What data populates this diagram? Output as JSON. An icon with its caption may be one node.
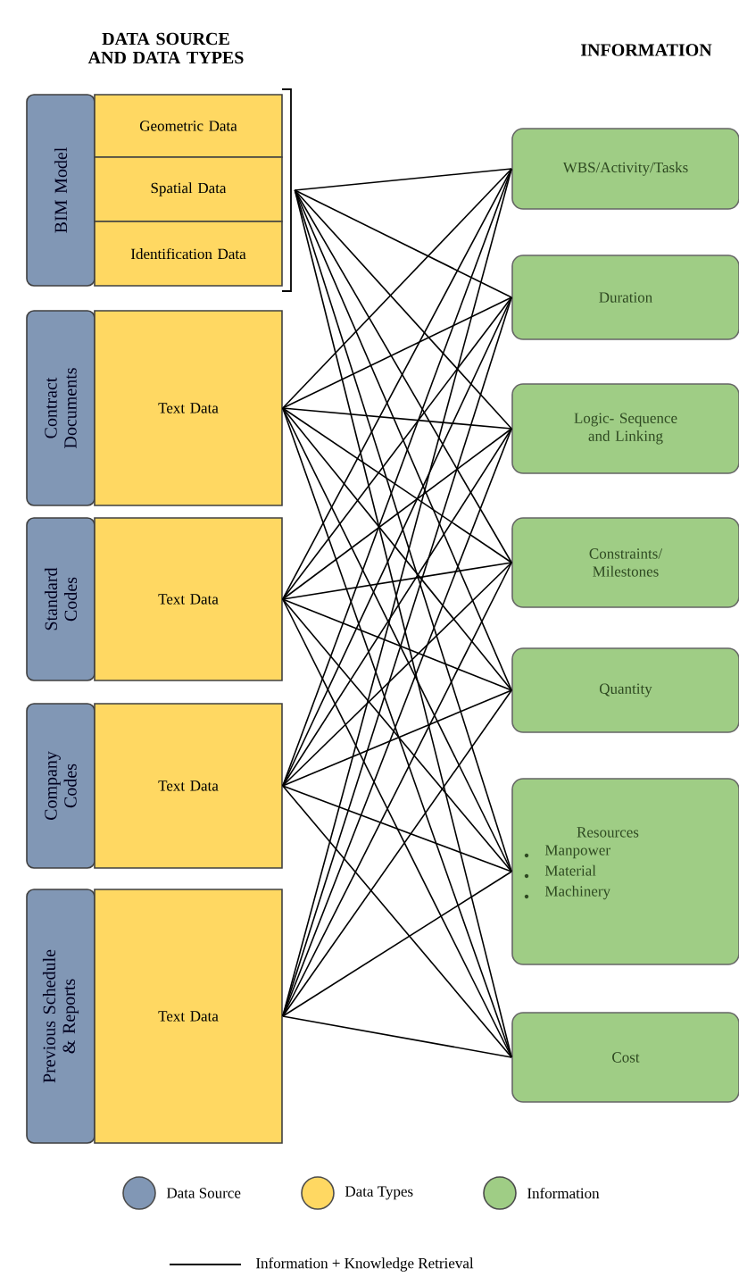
{
  "diagram": {
    "nodes": [
      {
        "text": [
          "BIM Model"
        ]
      },
      {
        "text": [
          "Geometric Data"
        ]
      },
      {
        "text": [
          "Spatial Data"
        ]
      },
      {
        "text": [
          "Identification Data"
        ]
      },
      {
        "text": [],
        "shape": "bracket"
      },
      {
        "text": [
          "Contract Documents"
        ]
      },
      {
        "text": [
          "Text Data"
        ]
      },
      {
        "text": [
          "Standard Codes"
        ]
      },
      {
        "text": [
          "Text Data"
        ]
      },
      {
        "text": [
          "Company Codes"
        ]
      },
      {
        "text": [
          "Text Data"
        ]
      },
      {
        "text": [
          "Previous Schedule & Reports"
        ]
      },
      {
        "text": [
          "Text Data"
        ]
      },
      {
        "text": [
          "WBS/Activity/Tasks"
        ]
      },
      {
        "text": [
          "Duration"
        ]
      },
      {
        "text": [
          "Logic- Sequence and Linking"
        ]
      },
      {
        "text": [
          "Constraints/ Milestones"
        ]
      },
      {
        "text": [
          "Quantity"
        ]
      },
      {
        "text": [
          "Resources",
          "Manpower",
          "Material",
          "Machinery"
        ]
      },
      {
        "text": [
          "Cost"
        ]
      }
    ],
    "edges": [
      {
        "from": 4,
        "to": 13,
        "arrow": "none"
      },
      {
        "from": 4,
        "to": 14,
        "arrow": "none"
      },
      {
        "from": 4,
        "to": 15,
        "arrow": "none"
      },
      {
        "from": 4,
        "to": 16,
        "arrow": "none"
      },
      {
        "from": 4,
        "to": 17,
        "arrow": "none"
      },
      {
        "from": 4,
        "to": 18,
        "arrow": "none"
      },
      {
        "from": 4,
        "to": 19,
        "arrow": "none"
      },
      {
        "from": 6,
        "to": 13,
        "arrow": "none"
      },
      {
        "from": 6,
        "to": 14,
        "arrow": "none"
      },
      {
        "from": 6,
        "to": 15,
        "arrow": "none"
      },
      {
        "from": 6,
        "to": 16,
        "arrow": "none"
      },
      {
        "from": 6,
        "to": 17,
        "arrow": "none"
      },
      {
        "from": 6,
        "to": 18,
        "arrow": "none"
      },
      {
        "from": 6,
        "to": 19,
        "arrow": "none"
      },
      {
        "from": 8,
        "to": 13,
        "arrow": "none"
      },
      {
        "from": 8,
        "to": 14,
        "arrow": "none"
      },
      {
        "from": 8,
        "to": 15,
        "arrow": "none"
      },
      {
        "from": 8,
        "to": 16,
        "arrow": "none"
      },
      {
        "from": 8,
        "to": 17,
        "arrow": "none"
      },
      {
        "from": 8,
        "to": 18,
        "arrow": "none"
      },
      {
        "from": 8,
        "to": 19,
        "arrow": "none"
      },
      {
        "from": 10,
        "to": 13,
        "arrow": "none"
      },
      {
        "from": 10,
        "to": 14,
        "arrow": "none"
      },
      {
        "from": 10,
        "to": 15,
        "arrow": "none"
      },
      {
        "from": 10,
        "to": 16,
        "arrow": "none"
      },
      {
        "from": 10,
        "to": 17,
        "arrow": "none"
      },
      {
        "from": 10,
        "to": 18,
        "arrow": "none"
      },
      {
        "from": 10,
        "to": 19,
        "arrow": "none"
      },
      {
        "from": 12,
        "to": 13,
        "arrow": "none"
      },
      {
        "from": 12,
        "to": 14,
        "arrow": "none"
      },
      {
        "from": 12,
        "to": 15,
        "arrow": "none"
      },
      {
        "from": 12,
        "to": 16,
        "arrow": "none"
      },
      {
        "from": 12,
        "to": 17,
        "arrow": "none"
      },
      {
        "from": 12,
        "to": 18,
        "arrow": "none"
      },
      {
        "from": 12,
        "to": 19,
        "arrow": "none"
      }
    ],
    "labels": [
      "DATA SOURCE AND DATA TYPES",
      "INFORMATION"
    ],
    "legend": [
      {
        "text": "Data Source",
        "color": "#8197b5"
      },
      {
        "text": "Data Types",
        "color": "#ffd862"
      },
      {
        "text": "Information",
        "color": "#9fcd85"
      },
      {
        "text": "Information + Knowledge Retrieval"
      }
    ]
  }
}
